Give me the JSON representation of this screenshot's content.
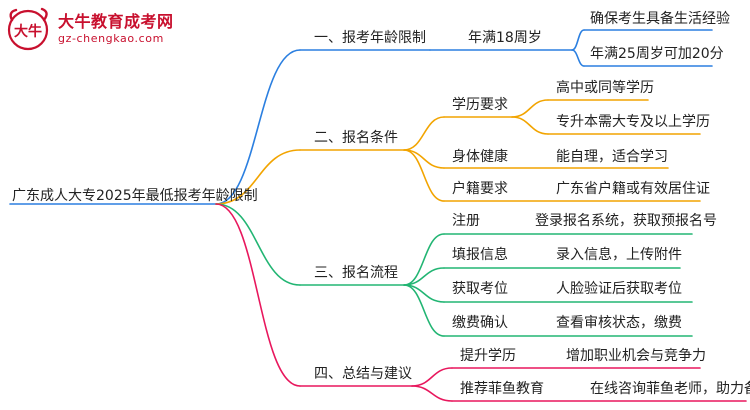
{
  "logo": {
    "title": "大牛教育成考网",
    "url": "gz-chengkao.com",
    "mark_text": "大牛",
    "colors": {
      "brand": "#c8102e"
    }
  },
  "root": "广东成人大专2025年最低报考年龄限制",
  "branches": [
    {
      "label": "一、报考年龄限制",
      "color": "#2b7fe0",
      "children": [
        {
          "label": "年满18周岁",
          "children": [
            "确保考生具备生活经验",
            "年满25周岁可加20分"
          ]
        }
      ]
    },
    {
      "label": "二、报名条件",
      "color": "#f2a400",
      "children": [
        {
          "label": "学历要求",
          "children": [
            "高中或同等学历",
            "专升本需大专及以上学历"
          ]
        },
        {
          "label": "身体健康",
          "children": [
            "能自理，适合学习"
          ]
        },
        {
          "label": "户籍要求",
          "children": [
            "广东省户籍或有效居住证"
          ]
        }
      ]
    },
    {
      "label": "三、报名流程",
      "color": "#22b573",
      "children": [
        {
          "label": "注册",
          "children": [
            "登录报名系统，获取预报名号"
          ]
        },
        {
          "label": "填报信息",
          "children": [
            "录入信息，上传附件"
          ]
        },
        {
          "label": "获取考位",
          "children": [
            "人脸验证后获取考位"
          ]
        },
        {
          "label": "缴费确认",
          "children": [
            "查看审核状态，缴费"
          ]
        }
      ]
    },
    {
      "label": "四、总结与建议",
      "color": "#e8175d",
      "children": [
        {
          "label": "提升学历",
          "children": [
            "增加职业机会与竞争力"
          ]
        },
        {
          "label": "推荐菲鱼教育",
          "children": [
            "在线咨询菲鱼老师，助力备考"
          ]
        }
      ]
    }
  ]
}
